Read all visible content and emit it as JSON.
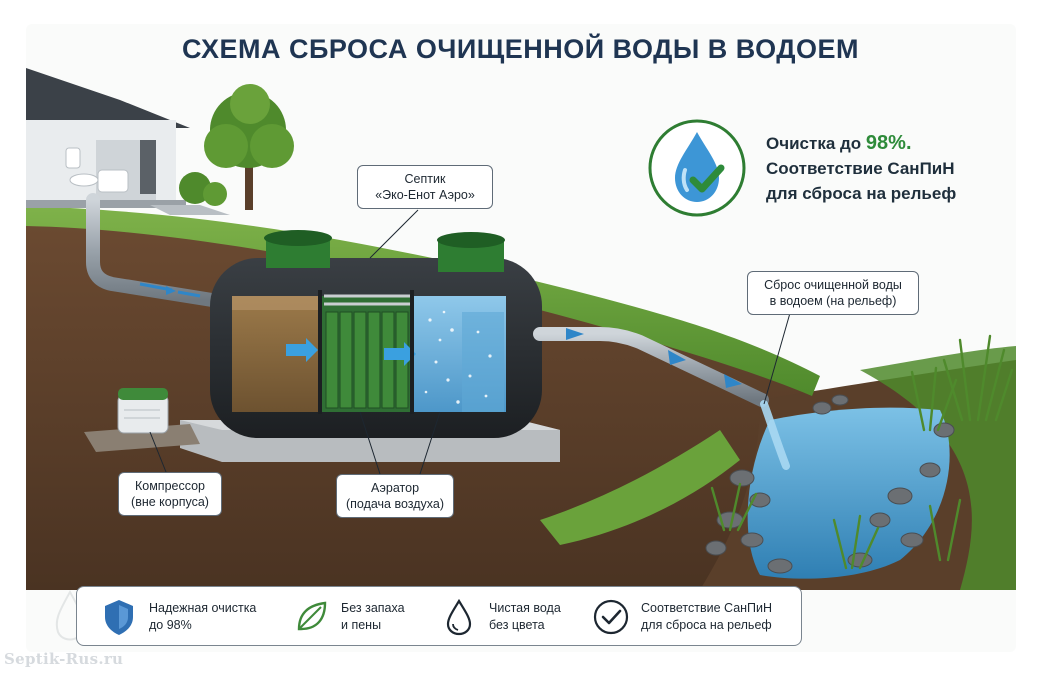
{
  "title": "СХЕМА СБРОСА ОЧИЩЕННОЙ ВОДЫ В ВОДОЕМ",
  "labels": {
    "septic_line1": "Септик",
    "septic_line2": "«Эко-Енот Аэро»",
    "discharge_line1": "Сброс очищенной воды",
    "discharge_line2": "в водоем (на рельеф)",
    "compressor_line1": "Компрессор",
    "compressor_line2": "(вне корпуса)",
    "aerator_line1": "Аэратор",
    "aerator_line2": "(подача воздуха)"
  },
  "claim": {
    "line1_prefix": "Очистка до ",
    "line1_value": "98%.",
    "line2": "Соответствие СанПиН",
    "line3": "для сброса на рельеф"
  },
  "features": [
    {
      "icon": "shield-icon",
      "line1": "Надежная очистка",
      "line2": "до 98%"
    },
    {
      "icon": "leaf-icon",
      "line1": "Без запаха",
      "line2": "и пены"
    },
    {
      "icon": "water-drop-icon",
      "line1": "Чистая вода",
      "line2": "без цвета"
    },
    {
      "icon": "check-circle-icon",
      "line1": "Соответствие СанПиН",
      "line2": "для сброса на рельеф"
    }
  ],
  "watermark": "Septik-Rus.ru",
  "colors": {
    "title": "#1f3552",
    "accent_green": "#2e8b3a",
    "water_blue": "#4aa3d8",
    "tank": "#2b2f33",
    "grass": "#5f9a34",
    "soil": "#5a3f2a"
  }
}
